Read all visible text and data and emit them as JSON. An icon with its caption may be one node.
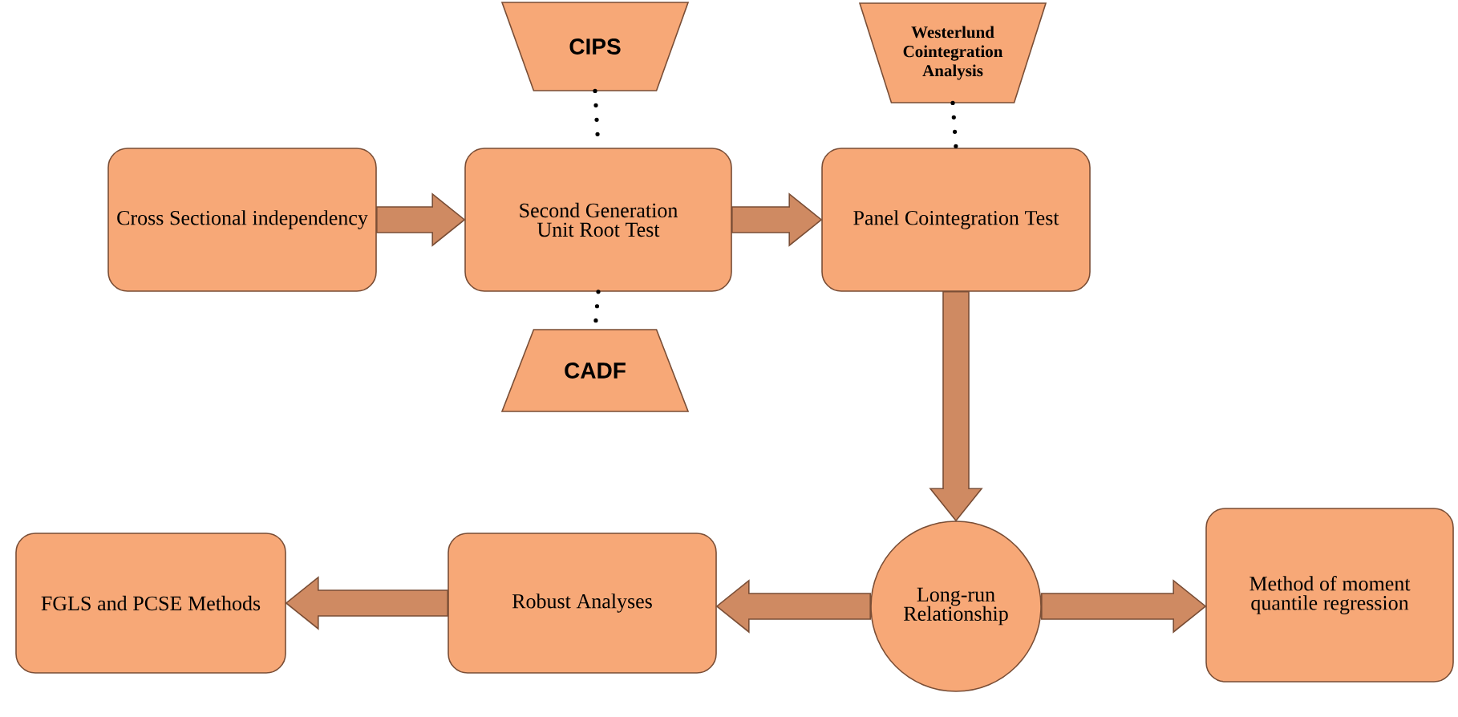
{
  "diagram": {
    "nodes": [
      {
        "text": [
          "Cross Sectional independency"
        ]
      },
      {
        "text": [
          "Second Generation Unit Root Test"
        ]
      },
      {
        "text": [
          "Panel Cointegration Test"
        ]
      },
      {
        "text": [
          "CIPS"
        ]
      },
      {
        "text": [
          "CADF"
        ]
      },
      {
        "text": [
          "Westerlund Cointegration Analysis"
        ]
      },
      {
        "text": [
          "Long-run Relationship"
        ]
      },
      {
        "text": [
          "Robust Analyses"
        ]
      },
      {
        "text": [
          "FGLS and PCSE Methods"
        ]
      },
      {
        "text": [
          "Method of moment quantile regression"
        ]
      }
    ],
    "edges": [
      {
        "from": 0,
        "to": 1,
        "arrow": "to",
        "style": "thick"
      },
      {
        "from": 1,
        "to": 2,
        "arrow": "to",
        "style": "thick"
      },
      {
        "from": 3,
        "to": 1,
        "arrow": "none",
        "style": "dashed"
      },
      {
        "from": 1,
        "to": 4,
        "arrow": "none",
        "style": "dashed"
      },
      {
        "from": 5,
        "to": 2,
        "arrow": "none",
        "style": "dashed"
      },
      {
        "from": 2,
        "to": 6,
        "arrow": "to",
        "style": "thick"
      },
      {
        "from": 6,
        "to": 7,
        "arrow": "to",
        "style": "thick"
      },
      {
        "from": 7,
        "to": 8,
        "arrow": "to",
        "style": "thick"
      },
      {
        "from": 6,
        "to": 9,
        "arrow": "to",
        "style": "thick"
      }
    ]
  }
}
